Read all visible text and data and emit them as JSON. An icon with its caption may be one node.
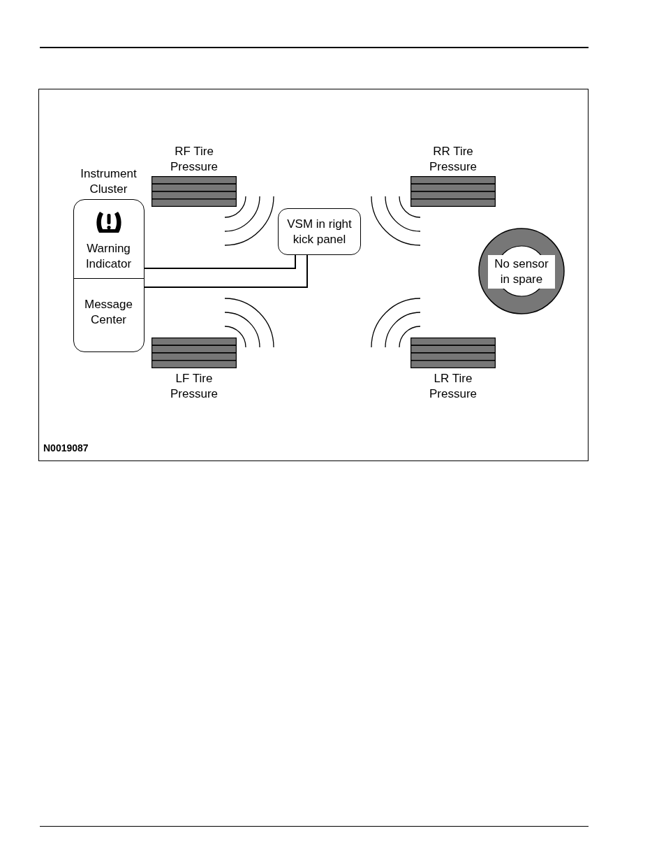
{
  "diagram": {
    "nodes": [
      {
        "text": [
          "Instrument Cluster"
        ]
      },
      {
        "text": [
          "Warning Indicator"
        ],
        "in": 0
      },
      {
        "text": [
          "Message Center"
        ],
        "in": 0
      },
      {
        "text": [
          "VSM in right kick panel"
        ]
      },
      {
        "text": [
          "RF Tire Pressure"
        ]
      },
      {
        "text": [
          "RR Tire Pressure"
        ]
      },
      {
        "text": [
          "LF Tire Pressure"
        ]
      },
      {
        "text": [
          "LR Tire Pressure"
        ]
      },
      {
        "text": [
          "No sensor in spare"
        ]
      }
    ],
    "edges": [
      {
        "from": 1,
        "to": 3,
        "arrow": "none"
      },
      {
        "from": 2,
        "to": 3,
        "arrow": "none"
      }
    ],
    "labels": [
      "N0019087"
    ]
  }
}
